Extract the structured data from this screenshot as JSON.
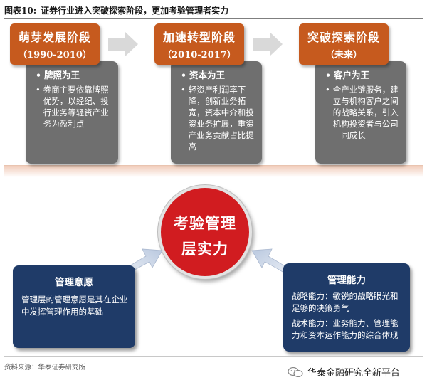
{
  "figure": {
    "number": "图表10:",
    "title": "证券行业进入突破探索阶段，更加考验管理者实力"
  },
  "stages": [
    {
      "title": "萌芽发展阶段",
      "years": "（1990-2010）",
      "heading": "牌照为王",
      "lines": [
        "券商主要依靠牌照优势，以经纪、投行业务等轻资产业务为盈利点"
      ]
    },
    {
      "title": "加速转型阶段",
      "years": "（2010-2017）",
      "heading": "资本为王",
      "lines": [
        "轻资产利润率下降，创新业务拓宽，资本中介和投资业务扩展，重资产业务贡献占比提高"
      ]
    },
    {
      "title": "突破探索阶段",
      "years": "（未来）",
      "heading": "客户为王",
      "lines": [
        "全产业链服务，建立与机构客户之间的战略关系，引入机构投资者与公司一同成长"
      ]
    }
  ],
  "center": {
    "line1": "考验管理",
    "line2": "层实力"
  },
  "left_box": {
    "title": "管理意愿",
    "body": "管理层的管理意愿是其在企业中发挥管理作用的基础"
  },
  "right_box": {
    "title": "管理能力",
    "body1": "战略能力：敏锐的战略眼光和足够的决策勇气",
    "body2": "战术能力：业务能力、管理能力和资本运作能力的综合体现"
  },
  "footer": {
    "source": "资料来源：华泰证券研究所",
    "watermark": "华泰金融研究全新平台"
  },
  "colors": {
    "stage": "#c65a1e",
    "grey_box": "#6f6f6f",
    "center": "#d11c20",
    "navy": "#1f3b68",
    "arrow": "#d9d9d9"
  }
}
